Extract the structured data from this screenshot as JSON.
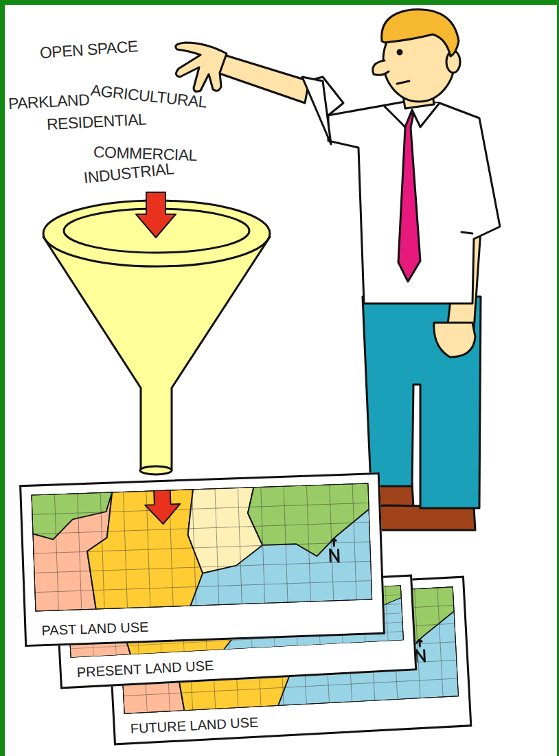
{
  "diagram": {
    "nodes": [
      {
        "text": [
          "PAST LAND USE"
        ]
      },
      {
        "text": [
          "PRESENT LAND USE"
        ]
      },
      {
        "text": [
          "FUTURE LAND USE"
        ]
      }
    ],
    "labels": [
      "OPEN SPACE",
      "AGRICULTURAL",
      "PARKLAND",
      "RESIDENTIAL",
      "COMMERCIAL",
      "INDUSTRIAL"
    ]
  }
}
